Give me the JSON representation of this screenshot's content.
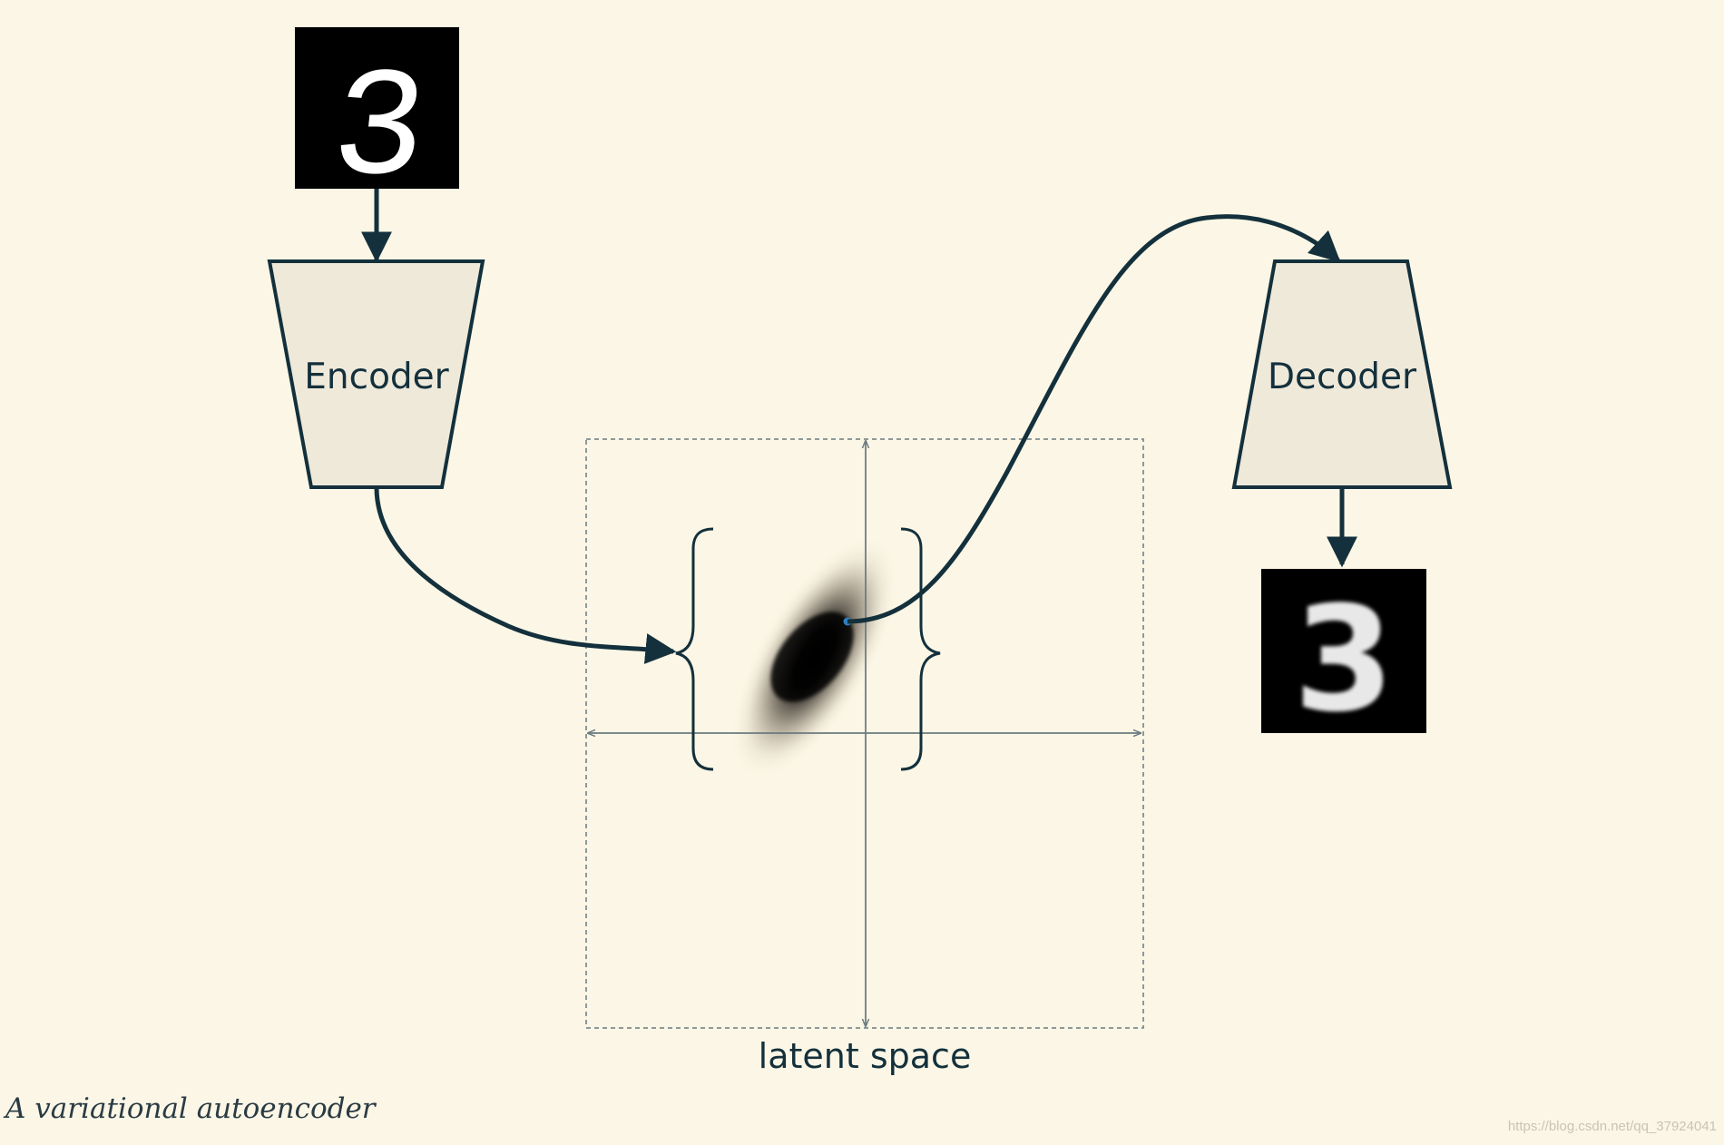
{
  "encoder": {
    "label": "Encoder"
  },
  "decoder": {
    "label": "Decoder"
  },
  "latent": {
    "label": "latent space"
  },
  "caption": "A variational autoencoder",
  "watermark": "https://blog.csdn.net/qq_37924041",
  "input_digit": "3",
  "output_digit": "3",
  "icons": {
    "input": "mnist-digit-image",
    "output": "reconstructed-digit-image"
  },
  "colors": {
    "background": "#fbf6e5",
    "stroke": "#13303c",
    "box_fill": "#efe9da",
    "axis": "#6b7a80",
    "point": "#2f7fc0"
  }
}
